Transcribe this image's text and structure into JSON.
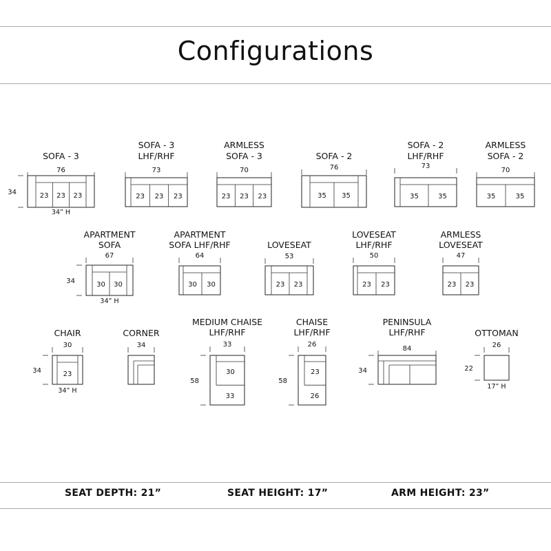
{
  "title": "Configurations",
  "footer": {
    "seat_depth": "SEAT DEPTH: 21”",
    "seat_height": "SEAT HEIGHT: 17”",
    "arm_height": "ARM HEIGHT: 23”"
  },
  "configs": [
    {
      "id": "sofa-3",
      "label": [
        "SOFA - 3"
      ],
      "width": "76",
      "depth": "34",
      "height": "34” H",
      "seats": [
        "23",
        "23",
        "23"
      ]
    },
    {
      "id": "sofa-3-lhf-rhf",
      "label": [
        "SOFA - 3",
        "LHF/RHF"
      ],
      "width": "73",
      "seats": [
        "23",
        "23",
        "23"
      ]
    },
    {
      "id": "armless-sofa-3",
      "label": [
        "ARMLESS",
        "SOFA - 3"
      ],
      "width": "70",
      "seats": [
        "23",
        "23",
        "23"
      ]
    },
    {
      "id": "sofa-2",
      "label": [
        "SOFA - 2"
      ],
      "width": "76",
      "seats": [
        "35",
        "35"
      ]
    },
    {
      "id": "sofa-2-lhf-rhf",
      "label": [
        "SOFA - 2",
        "LHF/RHF"
      ],
      "width": "73",
      "seats": [
        "35",
        "35"
      ]
    },
    {
      "id": "armless-sofa-2",
      "label": [
        "ARMLESS",
        "SOFA - 2"
      ],
      "width": "70",
      "seats": [
        "35",
        "35"
      ]
    },
    {
      "id": "apartment-sofa",
      "label": [
        "APARTMENT",
        "SOFA"
      ],
      "width": "67",
      "depth": "34",
      "height": "34” H",
      "seats": [
        "30",
        "30"
      ]
    },
    {
      "id": "apartment-sofa-lhf-rhf",
      "label": [
        "APARTMENT",
        "SOFA LHF/RHF"
      ],
      "width": "64",
      "seats": [
        "30",
        "30"
      ]
    },
    {
      "id": "loveseat",
      "label": [
        "LOVESEAT"
      ],
      "width": "53",
      "seats": [
        "23",
        "23"
      ]
    },
    {
      "id": "loveseat-lhf-rhf",
      "label": [
        "LOVESEAT",
        "LHF/RHF"
      ],
      "width": "50",
      "seats": [
        "23",
        "23"
      ]
    },
    {
      "id": "armless-loveseat",
      "label": [
        "ARMLESS",
        "LOVESEAT"
      ],
      "width": "47",
      "seats": [
        "23",
        "23"
      ]
    },
    {
      "id": "chair",
      "label": [
        "CHAIR"
      ],
      "width": "30",
      "depth": "34",
      "height": "34” H",
      "seats": [
        "23"
      ]
    },
    {
      "id": "corner",
      "label": [
        "CORNER"
      ],
      "width": "34",
      "seats": []
    },
    {
      "id": "medium-chaise",
      "label": [
        "MEDIUM CHAISE",
        "LHF/RHF"
      ],
      "width": "33",
      "depth": "58",
      "seats": [
        "30",
        "33"
      ]
    },
    {
      "id": "chaise",
      "label": [
        "CHAISE",
        "LHF/RHF"
      ],
      "width": "26",
      "depth": "58",
      "seats": [
        "23",
        "26"
      ]
    },
    {
      "id": "peninsula",
      "label": [
        "PENINSULA",
        "LHF/RHF"
      ],
      "width": "84",
      "depth": "34",
      "seats": []
    },
    {
      "id": "ottoman",
      "label": [
        "OTTOMAN"
      ],
      "width": "26",
      "depth": "22",
      "height": "17” H",
      "seats": []
    }
  ]
}
